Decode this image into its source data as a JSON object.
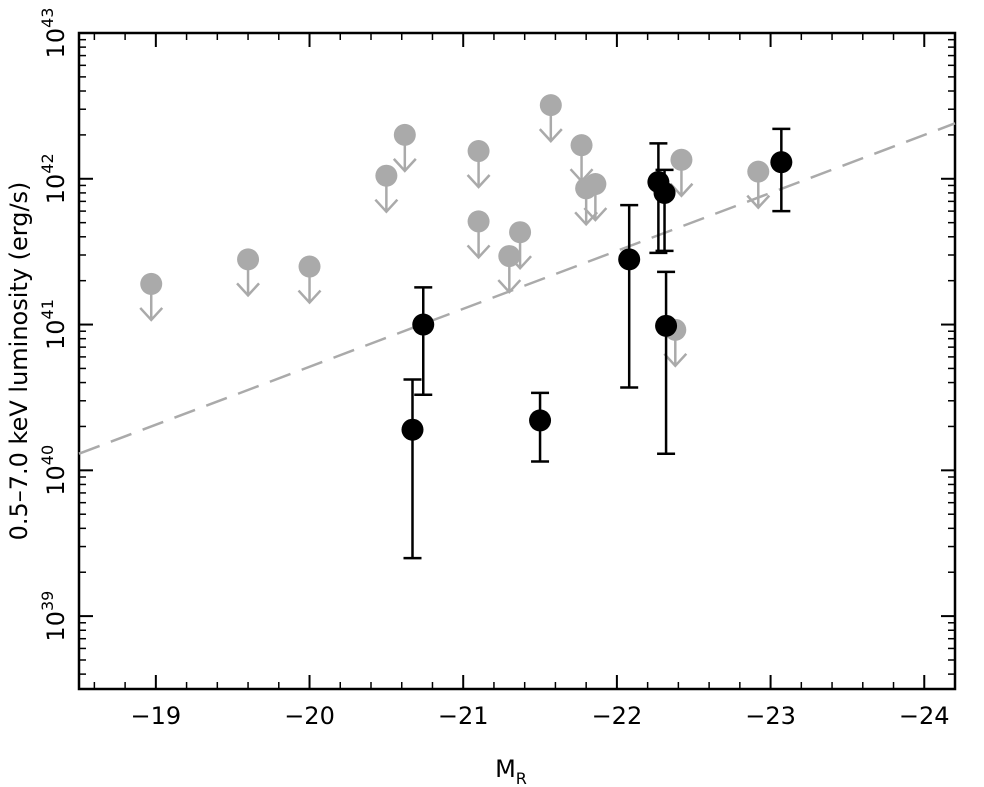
{
  "chart_data": {
    "type": "scatter",
    "xlabel": "M",
    "xlabel_subscript": "R",
    "ylabel": "0.5–7.0 keV luminosity (erg/s)",
    "x_axis": {
      "reversed": true,
      "lim": [
        -18.5,
        -24.2
      ],
      "ticks": [
        -19,
        -20,
        -21,
        -22,
        -23,
        -24
      ],
      "tick_labels": [
        "−19",
        "−20",
        "−21",
        "−22",
        "−23",
        "−24"
      ]
    },
    "y_axis": {
      "scale": "log",
      "lim_log10": [
        38.5,
        43
      ],
      "ticks_log10": [
        39,
        40,
        41,
        42,
        43
      ],
      "tick_base": "10",
      "tick_exponents": [
        "39",
        "40",
        "41",
        "42",
        "43"
      ]
    },
    "grid": false,
    "legend": "none",
    "colors": {
      "detection": "#000000",
      "upper_limit": "#aaaaaa",
      "trend_line": "#aaaaaa"
    },
    "series": [
      {
        "kind": "detections",
        "points": [
          {
            "x": -20.67,
            "y": 1.9e+40,
            "y_low": 2.5e+39,
            "y_high": 4.2e+40
          },
          {
            "x": -20.74,
            "y": 1e+41,
            "y_low": 3.3e+40,
            "y_high": 1.8e+41
          },
          {
            "x": -21.5,
            "y": 2.2e+40,
            "y_low": 1.15e+40,
            "y_high": 3.4e+40
          },
          {
            "x": -22.08,
            "y": 2.8e+41,
            "y_low": 3.7e+40,
            "y_high": 6.6e+41
          },
          {
            "x": -22.27,
            "y": 9.5e+41,
            "y_low": 3.1e+41,
            "y_high": 1.75e+42
          },
          {
            "x": -22.31,
            "y": 8e+41,
            "y_low": 3.2e+41,
            "y_high": 1.15e+42
          },
          {
            "x": -22.32,
            "y": 9.8e+40,
            "y_low": 1.3e+40,
            "y_high": 2.3e+41
          },
          {
            "x": -23.07,
            "y": 1.3e+42,
            "y_low": 6e+41,
            "y_high": 2.2e+42
          }
        ]
      },
      {
        "kind": "upper_limits",
        "points": [
          {
            "x": -18.97,
            "y": 1.9e+41
          },
          {
            "x": -19.6,
            "y": 2.8e+41
          },
          {
            "x": -20.0,
            "y": 2.5e+41
          },
          {
            "x": -20.5,
            "y": 1.05e+42
          },
          {
            "x": -20.62,
            "y": 2e+42
          },
          {
            "x": -21.1,
            "y": 1.55e+42
          },
          {
            "x": -21.1,
            "y": 5.1e+41
          },
          {
            "x": -21.3,
            "y": 2.95e+41
          },
          {
            "x": -21.37,
            "y": 4.3e+41
          },
          {
            "x": -21.57,
            "y": 3.2e+42
          },
          {
            "x": -21.77,
            "y": 1.7e+42
          },
          {
            "x": -21.8,
            "y": 8.6e+41
          },
          {
            "x": -21.86,
            "y": 9.2e+41
          },
          {
            "x": -22.42,
            "y": 1.35e+42
          },
          {
            "x": -22.38,
            "y": 9.2e+40
          },
          {
            "x": -22.92,
            "y": 1.12e+42
          }
        ]
      }
    ],
    "trend_line": {
      "style": "dashed",
      "points": [
        {
          "x": -18.5,
          "y": 1.3e+40
        },
        {
          "x": -24.2,
          "y": 2.4e+42
        }
      ]
    }
  }
}
